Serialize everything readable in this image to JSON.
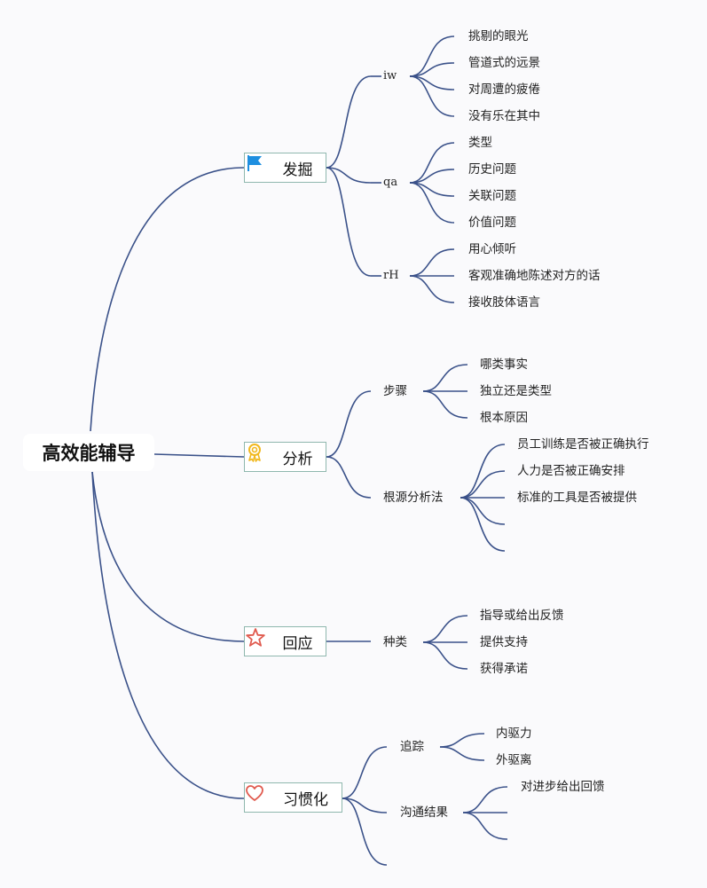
{
  "root": {
    "label": "高效能辅导"
  },
  "branches": [
    {
      "label": "发掘",
      "icon": "flag-icon",
      "children": [
        {
          "label": "iw",
          "children": [
            "挑剔的眼光",
            "管道式的远景",
            "对周遭的疲倦",
            "没有乐在其中"
          ]
        },
        {
          "label": "qa",
          "children": [
            "类型",
            "历史问题",
            "关联问题",
            "价值问题"
          ]
        },
        {
          "label": "rH",
          "children": [
            "用心倾听",
            "客观准确地陈述对方的话",
            "接收肢体语言"
          ]
        }
      ]
    },
    {
      "label": "分析",
      "icon": "award-ribbon-icon",
      "children": [
        {
          "label": "步骤",
          "children": [
            "哪类事实",
            "独立还是类型",
            "根本原因"
          ]
        },
        {
          "label": "根源分析法",
          "children": [
            "员工训练是否被正确执行",
            "人力是否被正确安排",
            "标准的工具是否被提供",
            "",
            ""
          ]
        }
      ]
    },
    {
      "label": "回应",
      "icon": "star-icon",
      "children": [
        {
          "label": "种类",
          "children": [
            "指导或给出反馈",
            "提供支持",
            "获得承诺"
          ]
        }
      ]
    },
    {
      "label": "习惯化",
      "icon": "heart-icon",
      "children": [
        {
          "label": "追踪",
          "children": [
            "内驱力",
            "外驱离"
          ]
        },
        {
          "label": "沟通结果",
          "children": [
            "对进步给出回馈",
            "",
            ""
          ]
        },
        {
          "label": "",
          "children": []
        }
      ]
    }
  ],
  "colors": {
    "line": "#3a5189",
    "node_border": "#8fb7ae",
    "flag": "#1e8fe0",
    "award": "#f1b81e",
    "star": "#e05a4e",
    "heart": "#e05a4e"
  }
}
